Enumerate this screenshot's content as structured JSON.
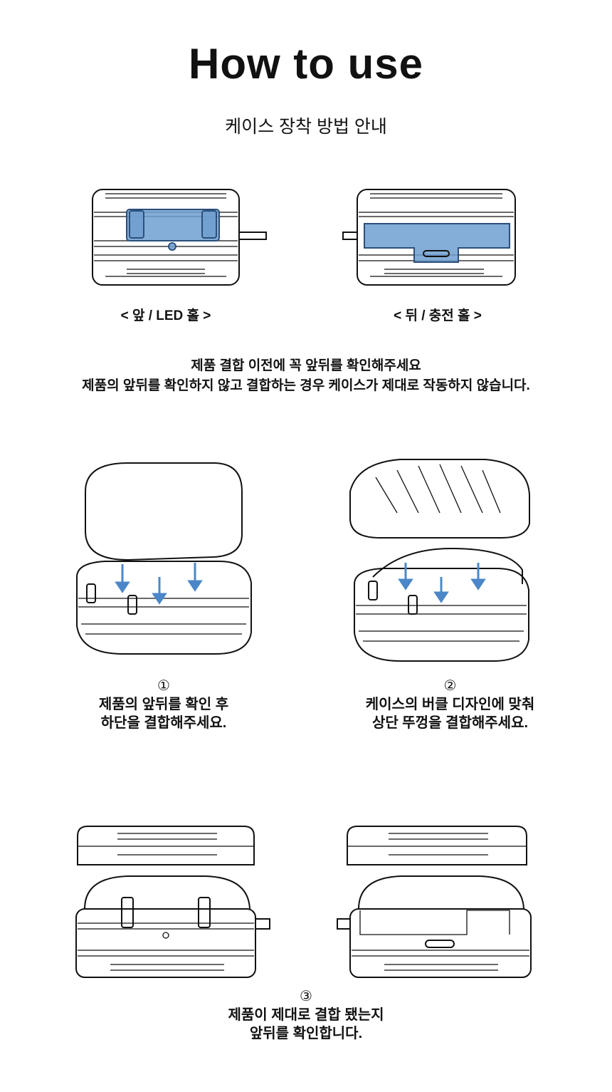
{
  "header": {
    "title": "How to use",
    "subtitle": "케이스 장착 방법 안내"
  },
  "orientation": {
    "front_label": "< 앞 / LED 홀 >",
    "back_label": "< 뒤 / 충전 홀 >"
  },
  "notice": {
    "line1": "제품 결합 이전에 꼭 앞뒤를 확인해주세요",
    "line2": "제품의 앞뒤를 확인하지 않고 결합하는 경우 케이스가 제대로 작동하지 않습니다."
  },
  "steps": [
    {
      "number": "①",
      "line1": "제품의 앞뒤를 확인 후",
      "line2": "하단을 결합해주세요."
    },
    {
      "number": "②",
      "line1": "케이스의 버클 디자인에 맞춰",
      "line2": "상단 뚜껑을 결합해주세요."
    },
    {
      "number": "③",
      "line1": "제품이 제대로 결합 됐는지",
      "line2": "앞뒤를 확인합니다."
    }
  ],
  "colors": {
    "highlight": "#6f9fd0",
    "arrow": "#4b87c8"
  }
}
